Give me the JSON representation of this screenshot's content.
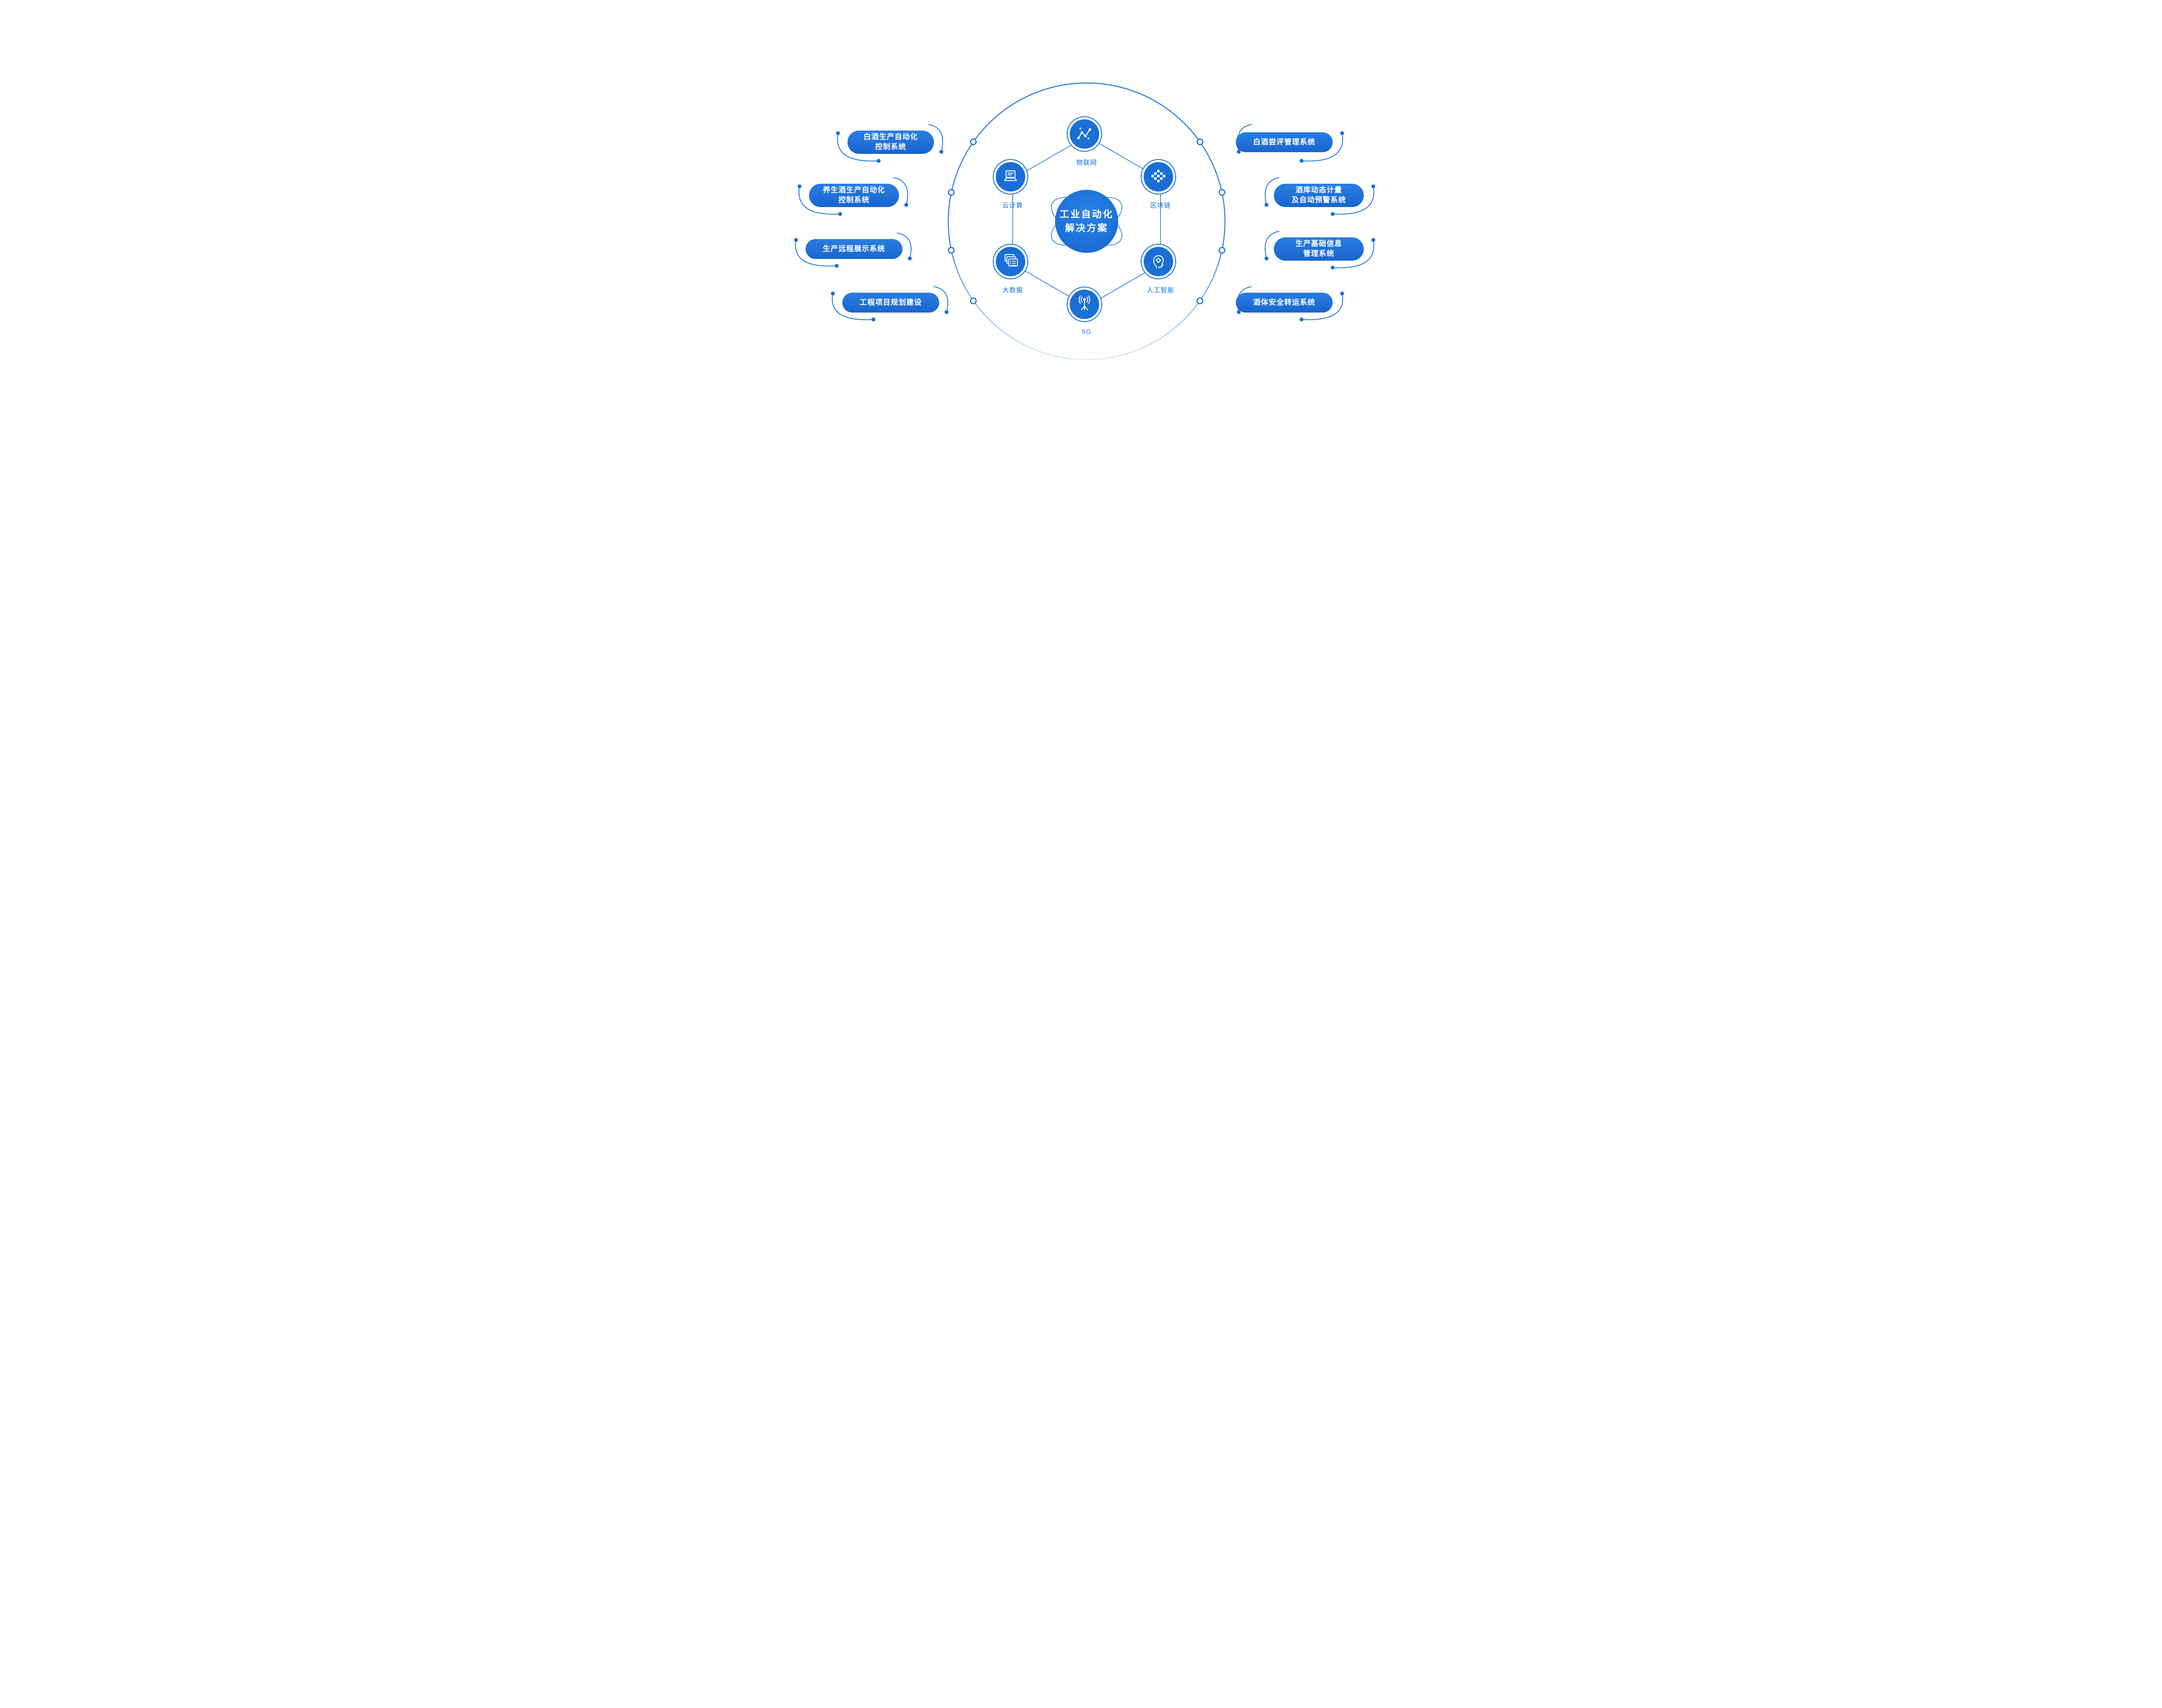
{
  "hub": {
    "line1": "工业自动化",
    "line2": "解决方案"
  },
  "nodes": [
    {
      "icon": "iot-icon",
      "label": "物联网"
    },
    {
      "icon": "blockchain-icon",
      "label": "区块链"
    },
    {
      "icon": "ai-icon",
      "label": "人工智能"
    },
    {
      "icon": "5g-icon",
      "label": "5G"
    },
    {
      "icon": "bigdata-icon",
      "label": "大数据"
    },
    {
      "icon": "cloud-icon",
      "label": "云计算"
    }
  ],
  "left_pills": [
    {
      "lines": [
        "白酒生产自动化",
        "控制系统"
      ]
    },
    {
      "lines": [
        "养生酒生产自动化",
        "控制系统"
      ]
    },
    {
      "lines": [
        "生产远程展示系统"
      ]
    },
    {
      "lines": [
        "工程项目规划建设"
      ]
    }
  ],
  "right_pills": [
    {
      "lines": [
        "白酒尝评管理系统"
      ]
    },
    {
      "lines": [
        "酒库动态计量",
        "及自动预警系统"
      ]
    },
    {
      "lines": [
        "生产基础信息",
        "管理系统"
      ]
    },
    {
      "lines": [
        "酒体安全转运系统"
      ]
    }
  ],
  "colors": {
    "primary": "#1a6fd6",
    "line": "#2a7bd9",
    "pill-top": "#2a7ee2",
    "pill-bottom": "#1865cf",
    "ring-fade": "#dcebfa"
  }
}
